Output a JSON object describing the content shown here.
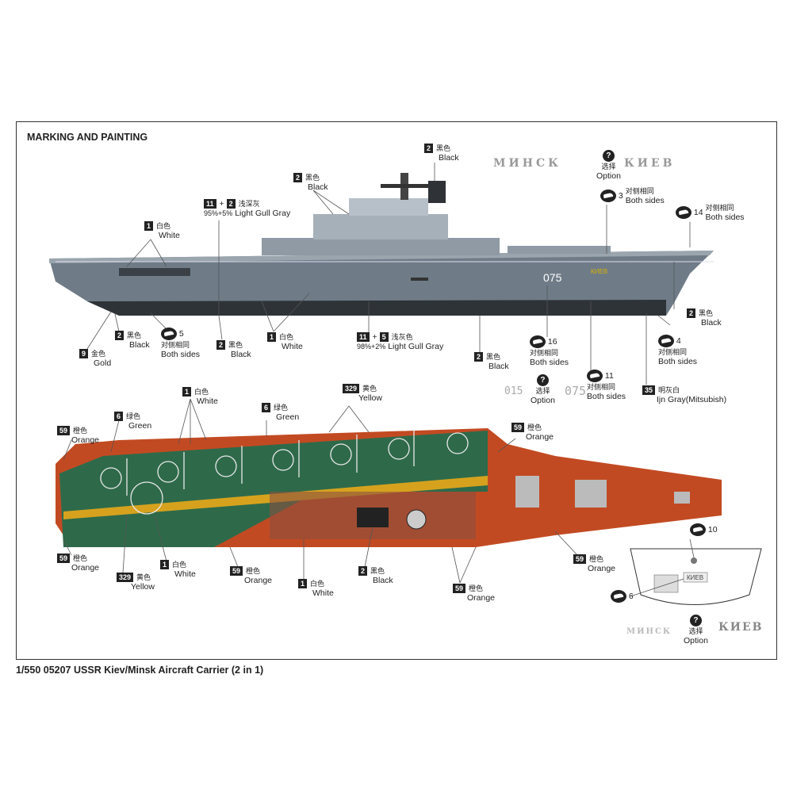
{
  "title": "MARKING AND PAINTING",
  "caption": "1/550 05207 USSR Kiev/Minsk Aircraft Carrier (2 in 1)",
  "colors": {
    "hull_gray": "#6f7c88",
    "deck_orange": "#c24a22",
    "deck_green": "#2e6a4a",
    "frame": "#333333"
  },
  "side_view": {
    "hull_number": "075",
    "bow_name": "КИЕВ",
    "option_names": {
      "minsk": "МИНСК",
      "kiev": "КИЕВ",
      "option_zh": "选择",
      "option_en": "Option",
      "symbol": "?"
    },
    "option_numbers": {
      "left": "015",
      "right": "075",
      "option_zh": "选择",
      "option_en": "Option",
      "symbol": "?"
    },
    "callouts": [
      {
        "num": "1",
        "zh": "白色",
        "en": "White"
      },
      {
        "num": "11",
        "num2": "2",
        "plus": "+",
        "zh": "浅深灰",
        "ratio": "95%+5%",
        "en": "Light Gull Gray"
      },
      {
        "num": "2",
        "zh": "黑色",
        "en": "Black"
      },
      {
        "num": "2",
        "zh": "黑色",
        "en": "Black"
      },
      {
        "num": "2",
        "zh": "黑色",
        "en": "Black"
      },
      {
        "num": "35",
        "zh": "明灰白",
        "en": "Ijn Gray(Mitsubish)"
      },
      {
        "num": "2",
        "zh": "黑色",
        "en": "Black"
      },
      {
        "num": "11",
        "num2": "5",
        "plus": "+",
        "zh": "浅灰色",
        "ratio": "98%+2%",
        "en": "Light Gull Gray"
      },
      {
        "num": "1",
        "zh": "白色",
        "en": "White"
      },
      {
        "num": "2",
        "zh": "黑色",
        "en": "Black"
      },
      {
        "num": "2",
        "zh": "黑色",
        "en": "Black"
      },
      {
        "num": "9",
        "zh": "金色",
        "en": "Gold"
      }
    ],
    "decals": [
      {
        "num": "3",
        "zh": "对侧相同",
        "en": "Both sides"
      },
      {
        "num": "14",
        "zh": "对侧相同",
        "en": "Both sides"
      },
      {
        "num": "4",
        "zh": "对侧相同",
        "en": "Both sides"
      },
      {
        "num": "11",
        "zh": "对侧相同",
        "en": "Both sides"
      },
      {
        "num": "16",
        "zh": "对侧相同",
        "en": "Both sides"
      },
      {
        "num": "5",
        "zh": "对侧相同",
        "en": "Both sides"
      }
    ]
  },
  "top_view": {
    "callouts": [
      {
        "num": "1",
        "zh": "白色",
        "en": "White"
      },
      {
        "num": "329",
        "zh": "黄色",
        "en": "Yellow"
      },
      {
        "num": "6",
        "zh": "绿色",
        "en": "Green"
      },
      {
        "num": "6",
        "zh": "绿色",
        "en": "Green"
      },
      {
        "num": "59",
        "zh": "橙色",
        "en": "Orange"
      },
      {
        "num": "59",
        "zh": "橙色",
        "en": "Orange"
      },
      {
        "num": "59",
        "zh": "橙色",
        "en": "Orange"
      },
      {
        "num": "329",
        "zh": "黄色",
        "en": "Yellow"
      },
      {
        "num": "1",
        "zh": "白色",
        "en": "White"
      },
      {
        "num": "59",
        "zh": "橙色",
        "en": "Orange"
      },
      {
        "num": "1",
        "zh": "白色",
        "en": "White"
      },
      {
        "num": "2",
        "zh": "黑色",
        "en": "Black"
      },
      {
        "num": "59",
        "zh": "橙色",
        "en": "Orange"
      },
      {
        "num": "59",
        "zh": "橙色",
        "en": "Orange"
      }
    ]
  },
  "stern_inset": {
    "decal_top": "10",
    "decal_side": "6",
    "stern_name": "КИЕВ",
    "option_names": {
      "minsk": "МИНСК",
      "kiev": "КИЕВ",
      "option_zh": "选择",
      "option_en": "Option",
      "symbol": "?"
    }
  }
}
